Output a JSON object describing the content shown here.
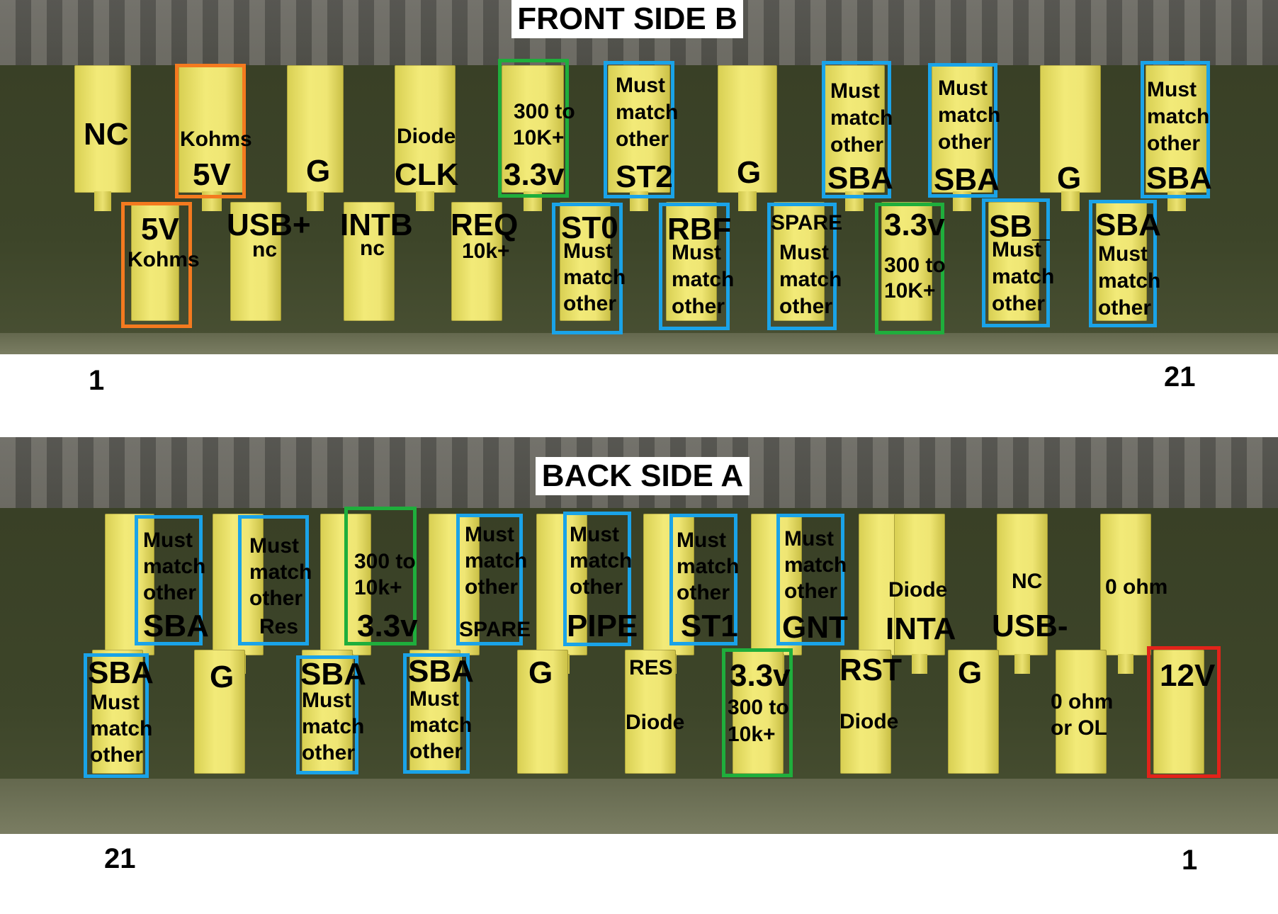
{
  "colors": {
    "blue": "#1aa3e8",
    "green": "#1fae3c",
    "orange": "#f47a1f",
    "red": "#e2231a"
  },
  "front": {
    "title": "FRONT SIDE B",
    "pin_start": "1",
    "pin_end": "21",
    "labels": {
      "nc_top": "NC",
      "kohms_top": "Kohms",
      "v5_top": "5V",
      "g1": "G",
      "diode": "Diode",
      "clk": "CLK",
      "r300": "300 to",
      "r10k": "10K+",
      "v33": "3.3v",
      "must_st2": "Must",
      "match_st2": "match",
      "other_st2": "other",
      "st2": "ST2",
      "g2": "G",
      "must_sba1": "Must",
      "match_sba1": "match",
      "other_sba1": "other",
      "sba1": "SBA",
      "must_sba2": "Must",
      "match_sba2": "match",
      "other_sba2": "other",
      "sba2": "SBA",
      "g3": "G",
      "must_sba3": "Must",
      "match_sba3": "match",
      "other_sba3": "other",
      "sba3": "SBA",
      "v5_bot": "5V",
      "kohms_bot": "Kohms",
      "usbp": "USB+",
      "usbp_nc": "nc",
      "intb": "INTB",
      "intb_nc": "nc",
      "req": "REQ",
      "req_10k": "10k+",
      "st0": "ST0",
      "st0_must": "Must",
      "st0_match": "match",
      "st0_other": "other",
      "rbf": "RBF",
      "rbf_must": "Must",
      "rbf_match": "match",
      "rbf_other": "other",
      "spare": "SPARE",
      "spare_must": "Must",
      "spare_match": "match",
      "spare_other": "other",
      "v33b": "3.3v",
      "r300b": "300 to",
      "r10kb": "10K+",
      "sb": "SB_",
      "sb_must": "Must",
      "sb_match": "match",
      "sb_other": "other",
      "sba4": "SBA",
      "sba4_must": "Must",
      "sba4_match": "match",
      "sba4_other": "other"
    }
  },
  "back": {
    "title": "BACK SIDE A",
    "pin_start": "21",
    "pin_end": "1",
    "labels": {
      "t_must1": "Must",
      "t_match1": "match",
      "t_other1": "other",
      "t_sba1": "SBA",
      "t_must2": "Must",
      "t_match2": "match",
      "t_other2": "other",
      "t_res": "Res",
      "t_300": "300 to",
      "t_10k": "10k+",
      "t_33": "3.3v",
      "t_must4": "Must",
      "t_match4": "match",
      "t_other4": "other",
      "t_spare": "SPARE",
      "t_must5": "Must",
      "t_match5": "match",
      "t_other5": "other",
      "t_pipe": "PIPE",
      "t_must6": "Must",
      "t_match6": "match",
      "t_other6": "other",
      "t_st1": "ST1",
      "t_must7": "Must",
      "t_match7": "match",
      "t_other7": "other",
      "t_gnt": "GNT",
      "t_diode": "Diode",
      "t_inta": "INTA",
      "t_nc": "NC",
      "t_usbm": "USB-",
      "t_0ohm": "0 ohm",
      "b_sba1": "SBA",
      "b_must1": "Must",
      "b_match1": "match",
      "b_other1": "other",
      "b_g1": "G",
      "b_sba2": "SBA",
      "b_must2": "Must",
      "b_match2": "match",
      "b_other2": "other",
      "b_sba3": "SBA",
      "b_must3": "Must",
      "b_match3": "match",
      "b_other3": "other",
      "b_g2": "G",
      "b_res": "RES",
      "b_res_diode": "Diode",
      "b_33": "3.3v",
      "b_300": "300 to",
      "b_10k": "10k+",
      "b_rst": "RST",
      "b_rst_diode": "Diode",
      "b_g3": "G",
      "b_0ohm": "0 ohm",
      "b_or_ol": "or OL",
      "b_12v": "12V"
    }
  }
}
